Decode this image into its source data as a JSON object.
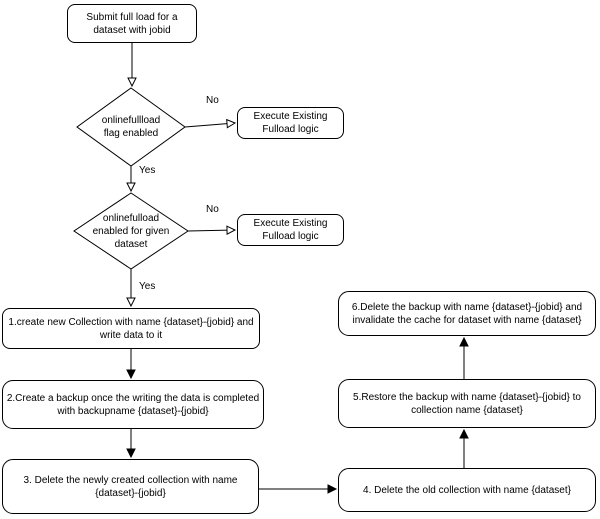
{
  "diagram": {
    "type": "flowchart",
    "colors": {
      "background": "#ffffff",
      "node_fill": "#ffffff",
      "stroke": "#000000",
      "text": "#000000"
    },
    "nodes": {
      "submit": {
        "label": "Submit full load for a dataset with jobid"
      },
      "decision_flag": {
        "label": "onlinefullload flag enabled"
      },
      "execute_existing_1": {
        "label": "Execute Existing Fulload logic"
      },
      "decision_dataset": {
        "label": "onlinefulload enabled for given dataset"
      },
      "execute_existing_2": {
        "label": "Execute Existing Fulload logic"
      },
      "step1": {
        "label": "1.create new Collection with name {dataset}-{jobid} and write data to it"
      },
      "step2": {
        "label": "2.Create a backup once the writing the data is completed with backupname  {dataset}-{jobid}"
      },
      "step3": {
        "label": "3. Delete the newly created collection with name {dataset}-{jobid}"
      },
      "step4": {
        "label": "4. Delete the old collection with name {dataset}"
      },
      "step5": {
        "label": "5.Restore the backup with name {dataset}-{jobid} to collection name {dataset}"
      },
      "step6": {
        "label": "6.Delete the backup with name {dataset}-{jobid} and invalidate the cache for dataset with name  {dataset}"
      }
    },
    "edge_labels": {
      "no_1": "No",
      "yes_1": "Yes",
      "no_2": "No",
      "yes_2": "Yes"
    }
  }
}
